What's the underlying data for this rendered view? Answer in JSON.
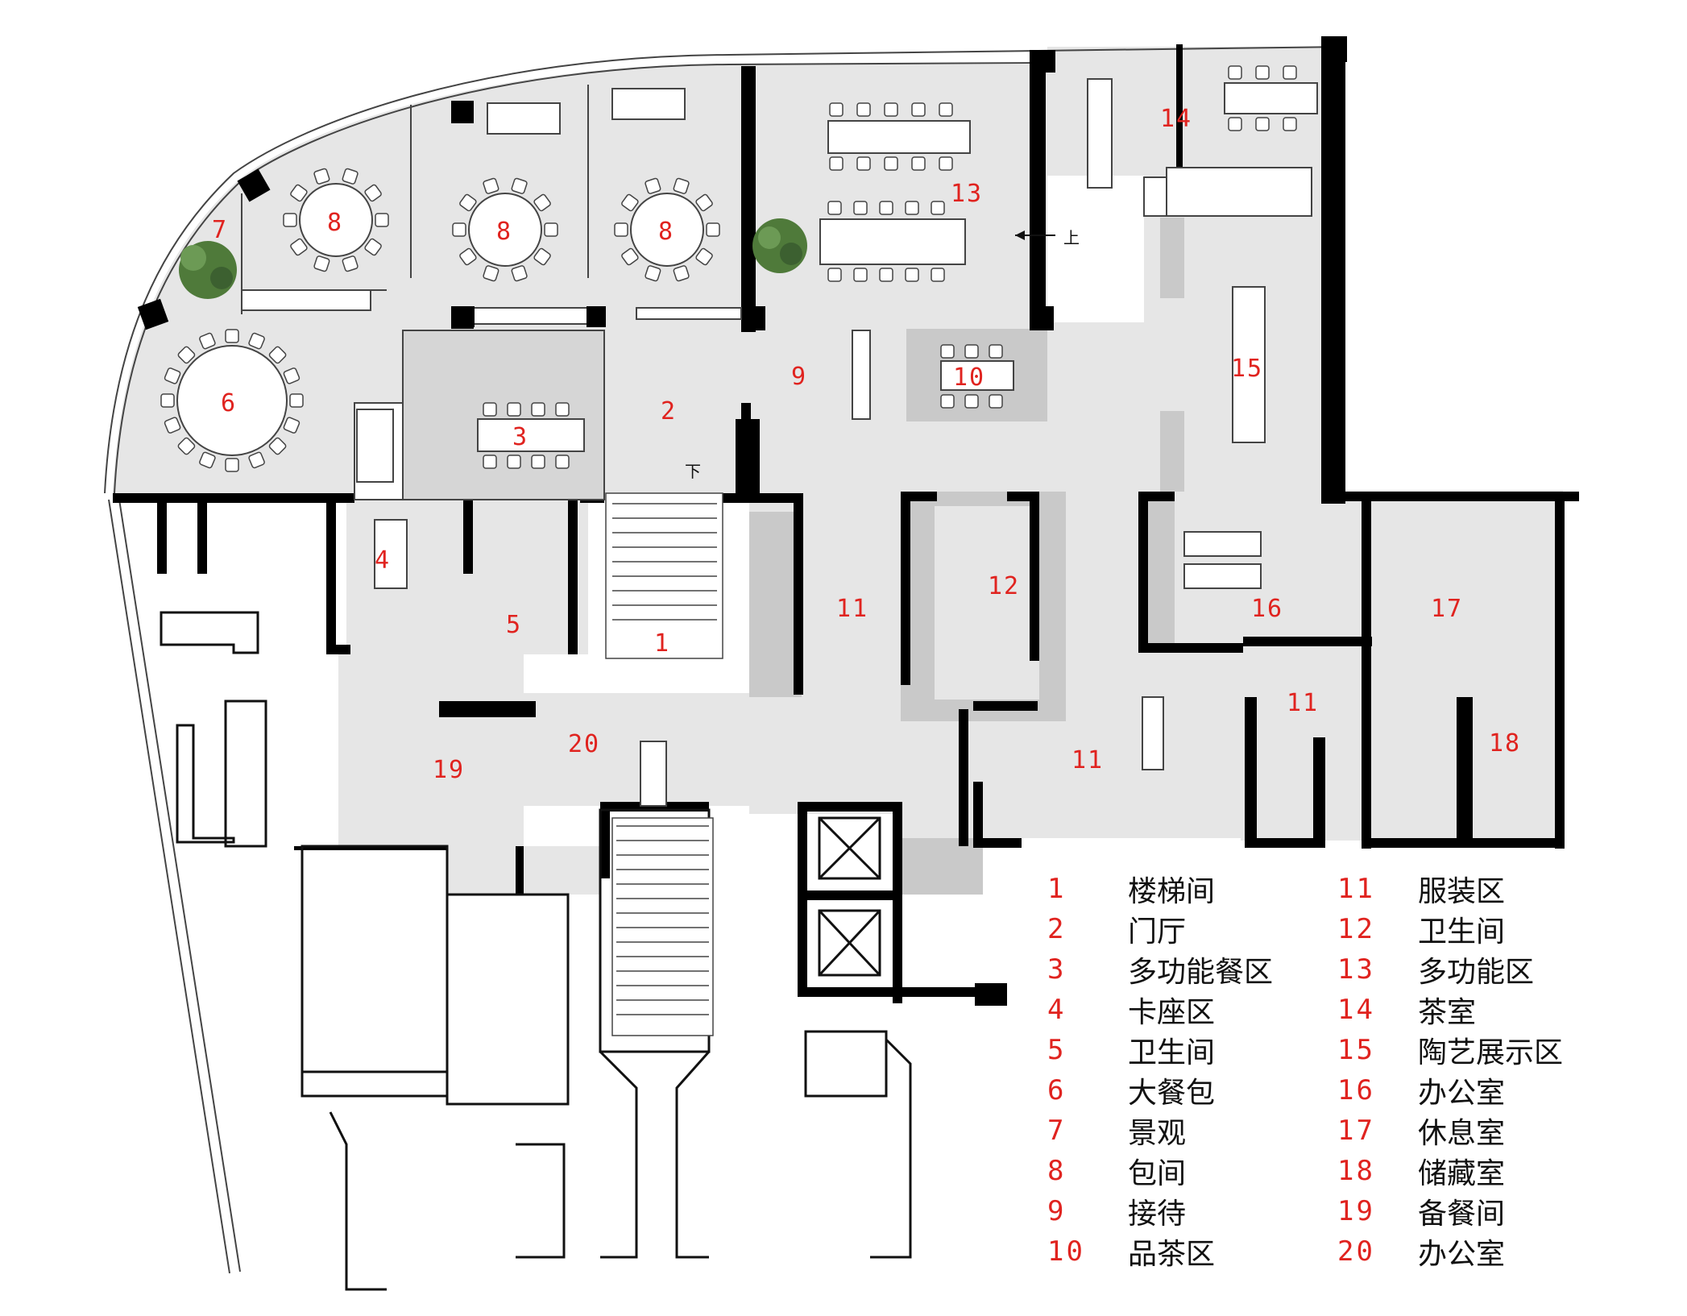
{
  "plan": {
    "stair_up_mark": "上",
    "stair_down_mark": "下",
    "colors": {
      "floor": "#e6e6e6",
      "floor_dark": "#c9c9c9",
      "wall": "#000000",
      "number": "#e0231f",
      "plant": "#4f7a3a"
    },
    "zones": [
      {
        "id": "6",
        "name": "大餐包"
      },
      {
        "id": "7",
        "name": "景观"
      },
      {
        "id": "8a",
        "label": "8"
      },
      {
        "id": "8b",
        "label": "8"
      },
      {
        "id": "8c",
        "label": "8"
      },
      {
        "id": "2",
        "label": "2"
      },
      {
        "id": "3",
        "label": "3"
      },
      {
        "id": "4",
        "label": "4"
      },
      {
        "id": "5",
        "label": "5"
      },
      {
        "id": "1",
        "label": "1"
      },
      {
        "id": "9",
        "label": "9"
      },
      {
        "id": "10",
        "label": "10"
      },
      {
        "id": "11a",
        "label": "11"
      },
      {
        "id": "11b",
        "label": "11"
      },
      {
        "id": "11c",
        "label": "11"
      },
      {
        "id": "12",
        "label": "12"
      },
      {
        "id": "13",
        "label": "13"
      },
      {
        "id": "14",
        "label": "14"
      },
      {
        "id": "15",
        "label": "15"
      },
      {
        "id": "16",
        "label": "16"
      },
      {
        "id": "17",
        "label": "17"
      },
      {
        "id": "18",
        "label": "18"
      },
      {
        "id": "19",
        "label": "19"
      },
      {
        "id": "20",
        "label": "20"
      }
    ]
  },
  "legend": {
    "left": [
      {
        "num": "1",
        "name": "楼梯间"
      },
      {
        "num": "2",
        "name": "门厅"
      },
      {
        "num": "3",
        "name": "多功能餐区"
      },
      {
        "num": "4",
        "name": "卡座区"
      },
      {
        "num": "5",
        "name": "卫生间"
      },
      {
        "num": "6",
        "name": "大餐包"
      },
      {
        "num": "7",
        "name": "景观"
      },
      {
        "num": "8",
        "name": "包间"
      },
      {
        "num": "9",
        "name": "接待"
      },
      {
        "num": "10",
        "name": "品茶区"
      }
    ],
    "right": [
      {
        "num": "11",
        "name": "服装区"
      },
      {
        "num": "12",
        "name": "卫生间"
      },
      {
        "num": "13",
        "name": "多功能区"
      },
      {
        "num": "14",
        "name": "茶室"
      },
      {
        "num": "15",
        "name": "陶艺展示区"
      },
      {
        "num": "16",
        "name": "办公室"
      },
      {
        "num": "17",
        "name": "休息室"
      },
      {
        "num": "18",
        "name": "储藏室"
      },
      {
        "num": "19",
        "name": "备餐间"
      },
      {
        "num": "20",
        "name": "办公室"
      }
    ]
  }
}
